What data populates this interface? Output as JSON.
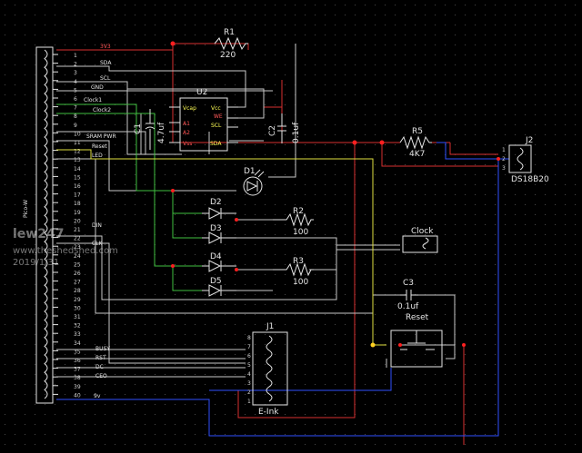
{
  "title": "",
  "components": {
    "R1": {
      "ref": "R1",
      "value": "220"
    },
    "R2": {
      "ref": "R2",
      "value": "100"
    },
    "R3": {
      "ref": "R3",
      "value": "100"
    },
    "R5": {
      "ref": "R5",
      "value": "4K7"
    },
    "C1": {
      "ref": "C1",
      "value": "4.7uf"
    },
    "C2": {
      "ref": "C2",
      "value": "0.1uf"
    },
    "C3": {
      "ref": "C3",
      "value": "0.1uf"
    },
    "U2": {
      "ref": "U2",
      "pins": [
        "Vcap",
        "A1",
        "A2",
        "Vss",
        "Vcc",
        "WE",
        "SCL",
        "SDA"
      ]
    },
    "D1": {
      "ref": "D1"
    },
    "D2": {
      "ref": "D2"
    },
    "D3": {
      "ref": "D3"
    },
    "D4": {
      "ref": "D4"
    },
    "D5": {
      "ref": "D5"
    },
    "J1": {
      "ref": "J1",
      "value": "E-Ink",
      "pins": [
        "8",
        "7",
        "6",
        "5",
        "4",
        "3",
        "2",
        "1"
      ]
    },
    "J2": {
      "ref": "J2",
      "value": "DS18B20",
      "pins": [
        "1",
        "2",
        "3"
      ]
    },
    "clock": {
      "label": "Clock"
    },
    "reset": {
      "label": "Reset"
    },
    "pico": {
      "label": "Pico-W"
    }
  },
  "nets": [
    "3V3",
    "SDA",
    "SCL",
    "GND",
    "Clock1",
    "Clock2",
    "SRAM PWR",
    "Reset",
    "LED",
    "DIN",
    "CLK",
    "BUSY",
    "RST",
    "DC",
    "CEO",
    "9v"
  ],
  "pico_pins": [
    "1",
    "2",
    "3",
    "4",
    "5",
    "6",
    "7",
    "8",
    "9",
    "10",
    "11",
    "12",
    "13",
    "14",
    "15",
    "16",
    "17",
    "18",
    "19",
    "20",
    "21",
    "22",
    "23",
    "24",
    "25",
    "26",
    "27",
    "28",
    "29",
    "30",
    "31",
    "32",
    "33",
    "34",
    "35",
    "36",
    "37",
    "38",
    "39",
    "40"
  ],
  "watermark": {
    "name": "lew247",
    "site": "www.theshedshed.com",
    "date": "2019/1/31"
  },
  "colors": {
    "wire_white": "#e6e6e6",
    "wire_red": "#d83030",
    "wire_blue": "#3050ff",
    "wire_green": "#40c040",
    "wire_yellow": "#e0e040",
    "junction": "#ff2020"
  }
}
